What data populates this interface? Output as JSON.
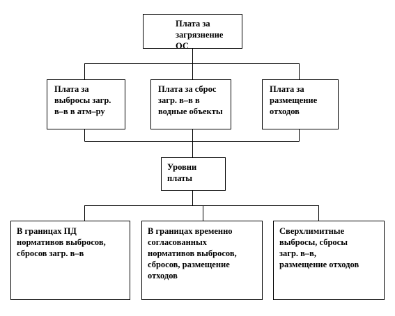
{
  "diagram": {
    "root": {
      "label": "Плата за\nзагрязнение ОС"
    },
    "categories": [
      {
        "label": "Плата за\nвыбросы загр.\nв–в в атм–ру"
      },
      {
        "label": "Плата за сброс\nзагр. в–в в\nводные объекты"
      },
      {
        "label": "Плата за\nразмещение\nотходов"
      }
    ],
    "levels_hub": {
      "label": "Уровни\nплаты"
    },
    "levels": [
      {
        "label": "В границах ПД\nнормативов выбросов,\nсбросов загр. в–в"
      },
      {
        "label": "В границах временно\nсогласованных\nнормативов выбросов,\nсбросов, размещение\nотходов"
      },
      {
        "label": "Сверхлимитные\nвыбросы, сбросы\nзагр. в–в,\nразмещение отходов"
      }
    ],
    "colors": {
      "line": "#000000",
      "box_fill": "#ffffff",
      "text": "#000000"
    }
  }
}
